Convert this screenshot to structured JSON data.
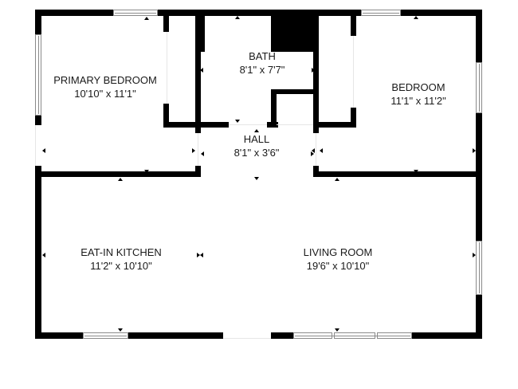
{
  "floorplan": {
    "rooms": [
      {
        "id": "primary-bedroom",
        "name": "PRIMARY BEDROOM",
        "dimensions": "10'10\" x 11'1\""
      },
      {
        "id": "bath",
        "name": "BATH",
        "dimensions": "8'1\" x 7'7\""
      },
      {
        "id": "bedroom",
        "name": "BEDROOM",
        "dimensions": "11'1\" x 11'2\""
      },
      {
        "id": "hall",
        "name": "HALL",
        "dimensions": "8'1\" x 3'6\""
      },
      {
        "id": "eat-in-kitchen",
        "name": "EAT-IN KITCHEN",
        "dimensions": "11'2\" x 10'10\""
      },
      {
        "id": "living-room",
        "name": "LIVING ROOM",
        "dimensions": "19'6\" x 10'10\""
      }
    ],
    "colors": {
      "wall": "#000000",
      "background": "#ffffff",
      "window_frame": "#8a8a8a",
      "text": "#1a1a1a"
    }
  }
}
